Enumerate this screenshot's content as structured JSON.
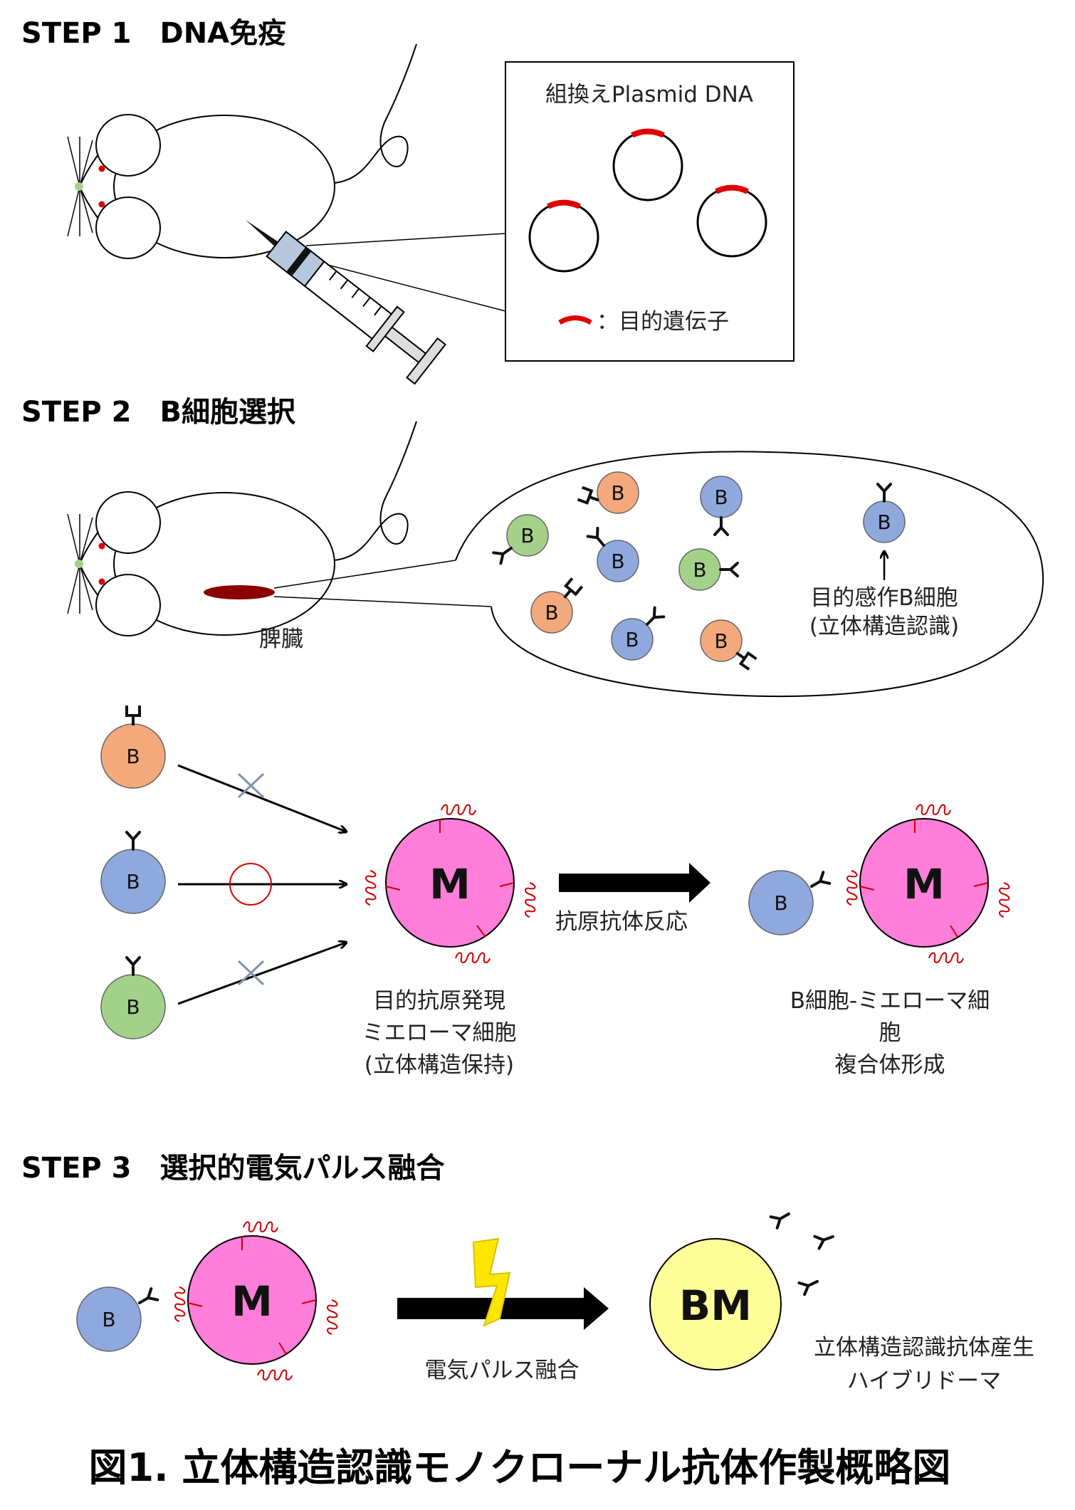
{
  "steps": [
    {
      "title": "STEP 1　DNA免疫"
    },
    {
      "title": "STEP 2　B細胞選択"
    },
    {
      "title": "STEP 3　選択的電気パルス融合"
    }
  ],
  "step1": {
    "box_title": "組換えPlasmid DNA",
    "legend": "：目的遺伝子"
  },
  "step2": {
    "spleen_label": "脾臓",
    "target_cell_label_1": "目的感作B細胞",
    "target_cell_label_2": "(立体構造認識)",
    "cell_letter": "B",
    "myeloma_letter": "M",
    "myeloma_label_1": "目的抗原発現",
    "myeloma_label_2": "ミエローマ細胞",
    "myeloma_label_3": "(立体構造保持)",
    "reaction_label": "抗原抗体反応",
    "complex_label_1": "B細胞-ミエローマ細",
    "complex_label_2": "胞",
    "complex_label_3": "複合体形成"
  },
  "step3": {
    "fusion_label": "電気パルス融合",
    "hybrid_letter": "BM",
    "hybrid_label_1": "立体構造認識抗体産生",
    "hybrid_label_2": "ハイブリドーマ"
  },
  "caption": "図1. 立体構造認識モノクローナル抗体作製概略図",
  "colors": {
    "orange": "#f4a97d",
    "blue": "#8fa9df",
    "green": "#a4d18a",
    "magenta": "#ff7ed9",
    "yellow": "#ffff99",
    "red": "#e00000",
    "spleen": "#8b0000"
  }
}
